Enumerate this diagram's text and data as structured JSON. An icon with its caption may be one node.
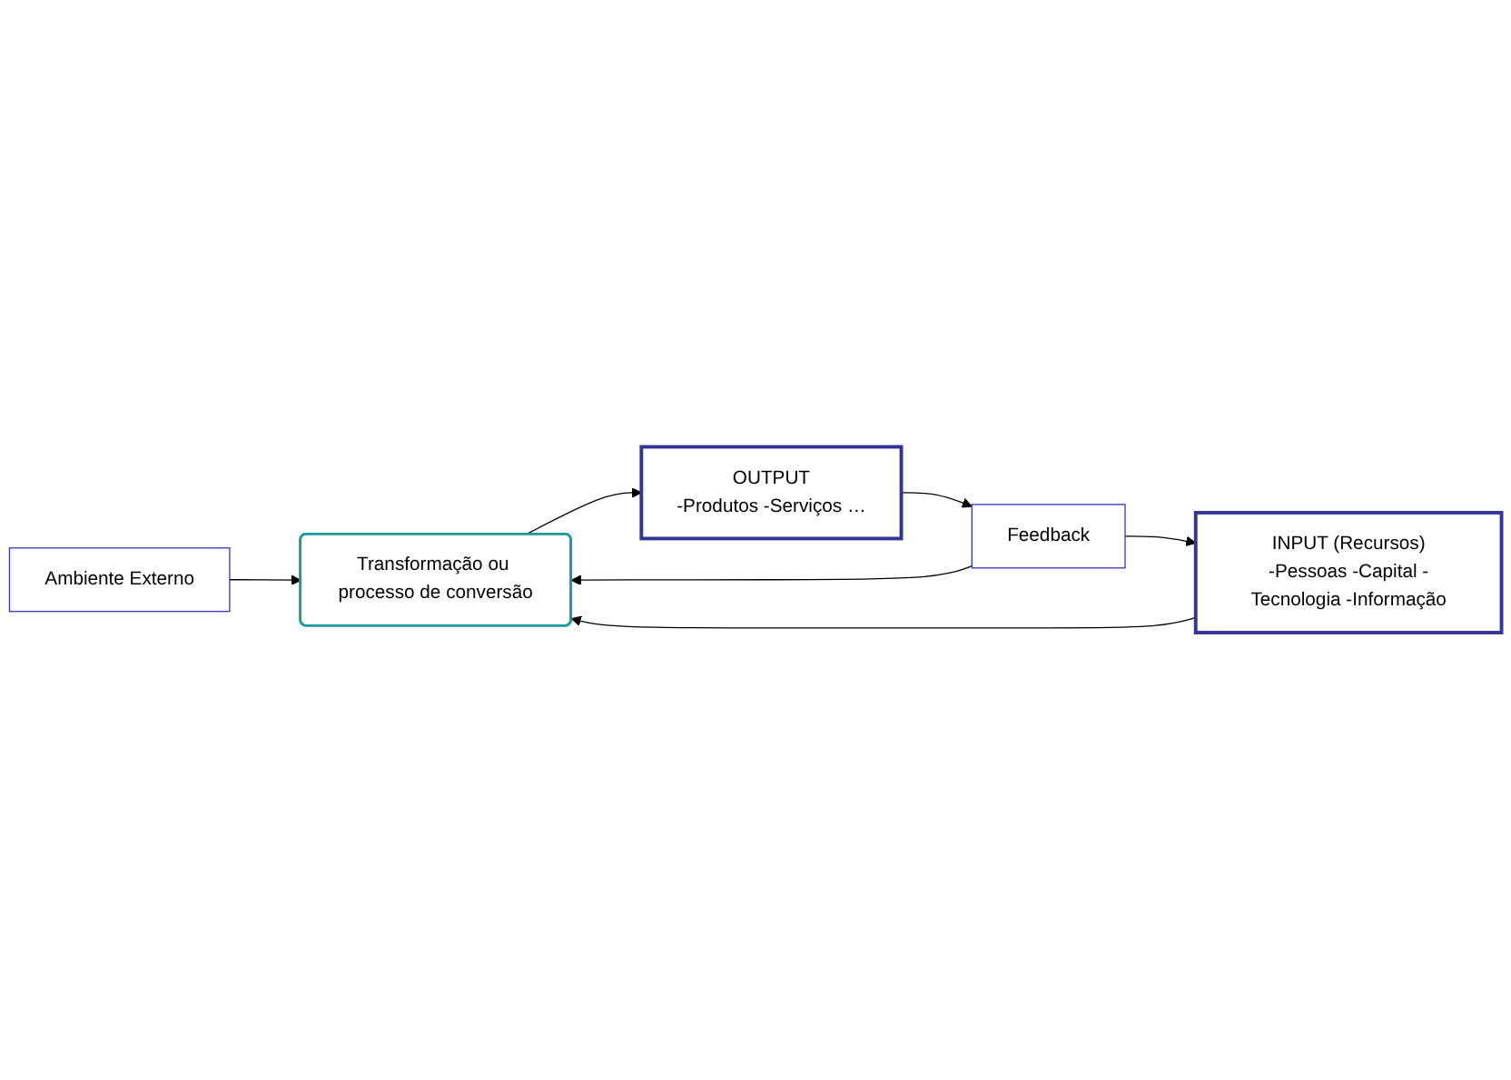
{
  "diagram": {
    "nodes": [
      {
        "text": [
          "Ambiente Externo"
        ]
      },
      {
        "text": [
          "INPUT (Recursos)",
          "-Pessoas -Capital -Tecnologia -Informação"
        ]
      },
      {
        "text": [
          "Transformação ou processo de conversão"
        ]
      },
      {
        "text": [
          "OUTPUT",
          "-Produtos -Serviços …"
        ]
      },
      {
        "text": [
          "Feedback"
        ]
      }
    ],
    "edges": [
      {
        "from": 0,
        "to": 2,
        "arrow": "to"
      },
      {
        "from": 1,
        "to": 2,
        "arrow": "to"
      },
      {
        "from": 2,
        "to": 3,
        "arrow": "to"
      },
      {
        "from": 3,
        "to": 4,
        "arrow": "to"
      },
      {
        "from": 4,
        "to": 2,
        "arrow": "to"
      },
      {
        "from": 4,
        "to": 1,
        "arrow": "to"
      }
    ]
  }
}
